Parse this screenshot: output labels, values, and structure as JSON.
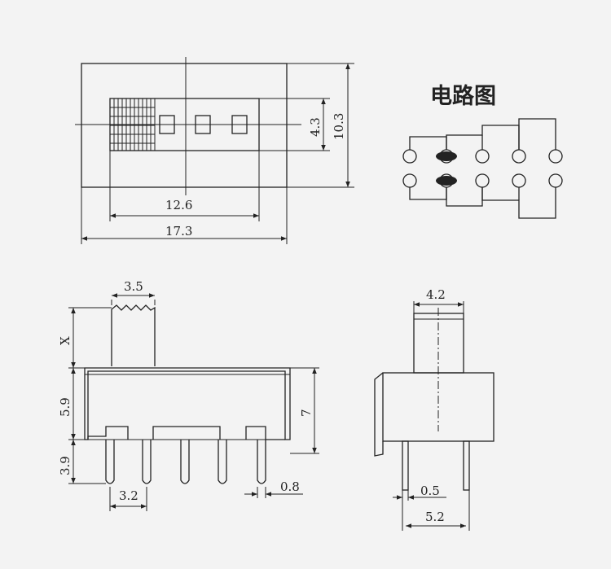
{
  "diagram": {
    "title": "电路图",
    "ink_color": "#222222",
    "paper_color": "#f3f3f3",
    "top_view": {
      "dim_inner_width": "12.6",
      "dim_outer_width": "17.3",
      "dim_inner_height": "4.3",
      "dim_outer_height": "10.3"
    },
    "front_view": {
      "dim_knob_width": "3.5",
      "dim_knob_height": "X",
      "dim_body_height": "5.9",
      "dim_body_total": "7",
      "dim_pin_length": "3.9",
      "dim_pin_pitch": "3.2",
      "dim_pin_width": "0.8"
    },
    "side_view": {
      "dim_knob_width": "4.2",
      "dim_pin_width": "0.5",
      "dim_pin_spacing": "5.2"
    }
  }
}
